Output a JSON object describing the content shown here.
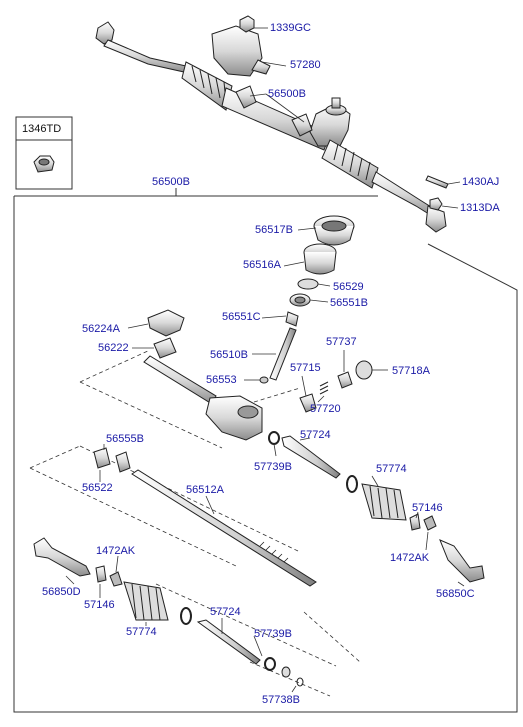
{
  "diagram": {
    "labels": {
      "p1339GC": "1339GC",
      "p57280": "57280",
      "p56500B_top": "56500B",
      "p1346TD": "1346TD",
      "p56500B_box": "56500B",
      "p1430AJ": "1430AJ",
      "p1313DA": "1313DA",
      "p56517B": "56517B",
      "p56516A": "56516A",
      "p56529": "56529",
      "p56551B": "56551B",
      "p56551C": "56551C",
      "p56224A": "56224A",
      "p56222": "56222",
      "p57737": "57737",
      "p56510B": "56510B",
      "p57715": "57715",
      "p57718A": "57718A",
      "p56553": "56553",
      "p57720": "57720",
      "p57724_a": "57724",
      "p56555B": "56555B",
      "p57739B_a": "57739B",
      "p57774_a": "57774",
      "p56522": "56522",
      "p56512A": "56512A",
      "p57146_a": "57146",
      "p1472AK_a": "1472AK",
      "p1472AK_b": "1472AK",
      "p56850D": "56850D",
      "p57146_b": "57146",
      "p56850C": "56850C",
      "p57774_b": "57774",
      "p57724_b": "57724",
      "p57739B_b": "57739B",
      "p57738B": "57738B"
    },
    "colors": {
      "label": "#1a1aa6",
      "line": "#222222",
      "part_fill": "#f2f2f2",
      "part_shade": "#9a9a9a"
    }
  }
}
